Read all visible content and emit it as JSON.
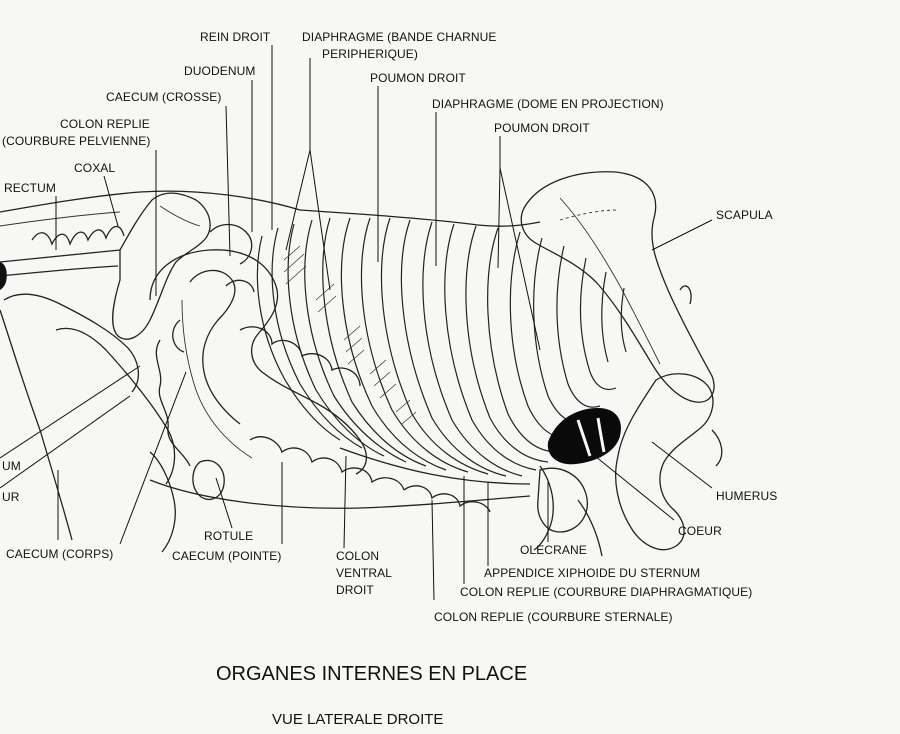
{
  "labels": {
    "rein_droit": "REIN DROIT",
    "diaphragme_bande_1": "DIAPHRAGME (BANDE CHARNUE",
    "diaphragme_bande_2": "PERIPHERIQUE)",
    "duodenum": "DUODENUM",
    "poumon_droit_1": "POUMON DROIT",
    "caecum_crosse": "CAECUM (CROSSE)",
    "diaphragme_dome": "DIAPHRAGME (DOME EN PROJECTION)",
    "colon_replie_1": "COLON REPLIE",
    "courbure_pelvienne": "(COURBURE PELVIENNE)",
    "poumon_droit_2": "POUMON DROIT",
    "coxal": "COXAL",
    "rectum": "RECTUM",
    "scapula": "SCAPULA",
    "left_um": "UM",
    "left_ur": "UR",
    "humerus": "HUMERUS",
    "coeur": "COEUR",
    "rotule": "ROTULE",
    "caecum_corps": "CAECUM (CORPS)",
    "caecum_pointe": "CAECUM (POINTE)",
    "colon_ventral_1": "COLON",
    "colon_ventral_2": "VENTRAL",
    "colon_ventral_3": "DROIT",
    "olecrane": "OLECRANE",
    "appendice": "APPENDICE XIPHOIDE DU STERNUM",
    "courbure_diaphragmatique": "COLON REPLIE (COURBURE DIAPHRAGMATIQUE)",
    "courbure_sternale": "COLON REPLIE (COURBURE STERNALE)"
  },
  "title": "ORGANES INTERNES EN PLACE",
  "subtitle": "VUE LATERALE DROITE"
}
